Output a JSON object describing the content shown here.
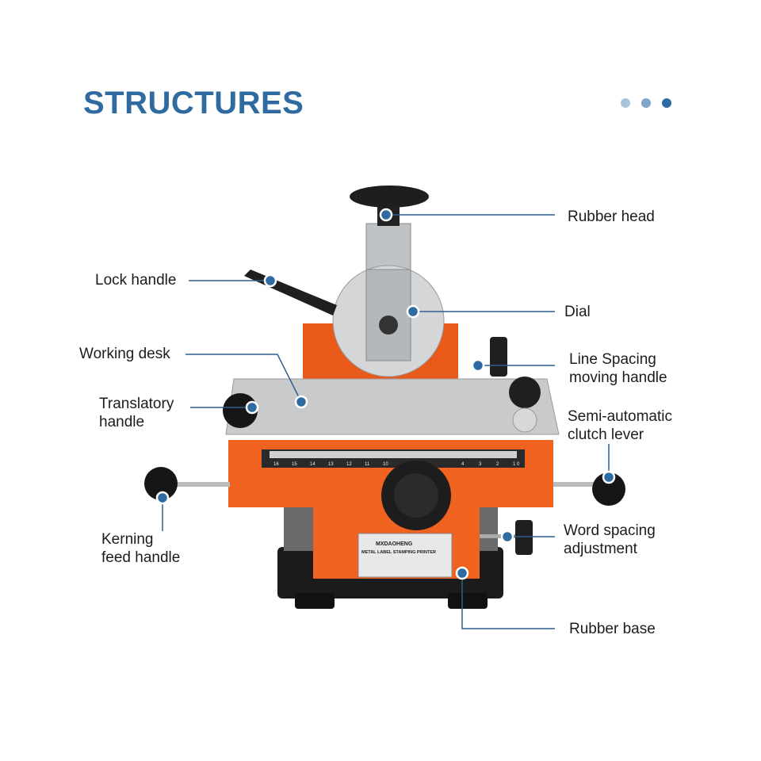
{
  "title": "STRUCTURES",
  "pager_dots": [
    "#a9c3dd",
    "#7fa5c9",
    "#2f6aa0"
  ],
  "colors": {
    "accent": "#2f6aa0",
    "machine_body": "#f0621f",
    "callout_line": "#2f5f8f"
  },
  "callouts": {
    "rubber_head": "Rubber head",
    "lock_handle": "Lock handle",
    "dial": "Dial",
    "working_desk": "Working desk",
    "line_spacing_1": "Line Spacing",
    "line_spacing_2": "moving handle",
    "translatory_1": "Translatory",
    "translatory_2": "handle",
    "clutch_1": "Semi-automatic",
    "clutch_2": "clutch lever",
    "kerning_1": "Kerning",
    "kerning_2": "feed handle",
    "word_spacing_1": "Word spacing",
    "word_spacing_2": "adjustment",
    "rubber_base": "Rubber base"
  },
  "nameplate": {
    "brand": "MXDAOHENG",
    "subtitle": "METAL LABEL STAMPING PRINTER"
  },
  "ruler_ticks": [
    "16",
    "15",
    "14",
    "13",
    "12",
    "11",
    "10",
    "4",
    "3",
    "2",
    "1",
    "0"
  ]
}
